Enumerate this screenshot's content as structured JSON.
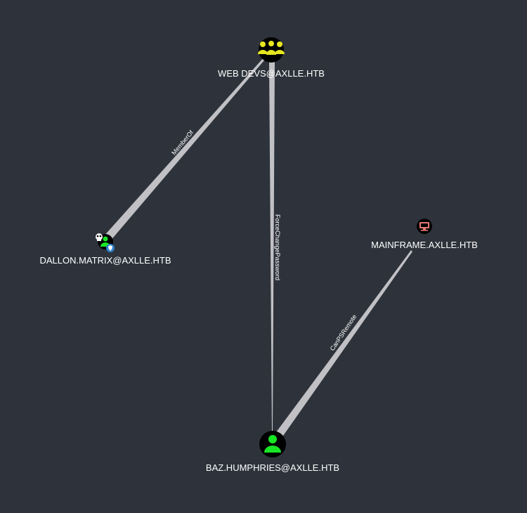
{
  "graph": {
    "nodes": {
      "web_devs": {
        "label": "WEB DEVS@AXLLE.HTB",
        "type": "group",
        "icon": "group-icon",
        "color": "#e6e620"
      },
      "dallon_matrix": {
        "label": "DALLON.MATRIX@AXLLE.HTB",
        "type": "user",
        "icon": "user-icon",
        "color": "#17e625",
        "badges": [
          "skull-icon",
          "shield-badge-icon"
        ]
      },
      "mainframe": {
        "label": "MAINFRAME.AXLLE.HTB",
        "type": "computer",
        "icon": "computer-icon",
        "color": "#e67873"
      },
      "baz_humphries": {
        "label": "BAZ.HUMPHRIES@AXLLE.HTB",
        "type": "user",
        "icon": "user-icon",
        "color": "#17e625"
      }
    },
    "edges": {
      "memberof": {
        "label": "MemberOf",
        "from": "dallon_matrix",
        "to": "web_devs"
      },
      "forcechangepassword": {
        "label": "ForceChangePassword",
        "from": "web_devs",
        "to": "baz_humphries"
      },
      "canpsremote": {
        "label": "CanPSRemote",
        "from": "baz_humphries",
        "to": "mainframe"
      }
    },
    "colors": {
      "background": "#2e333b",
      "edge": "#c8c8cc",
      "node_fill": "#000000",
      "badge": "#2f7fc9"
    }
  }
}
